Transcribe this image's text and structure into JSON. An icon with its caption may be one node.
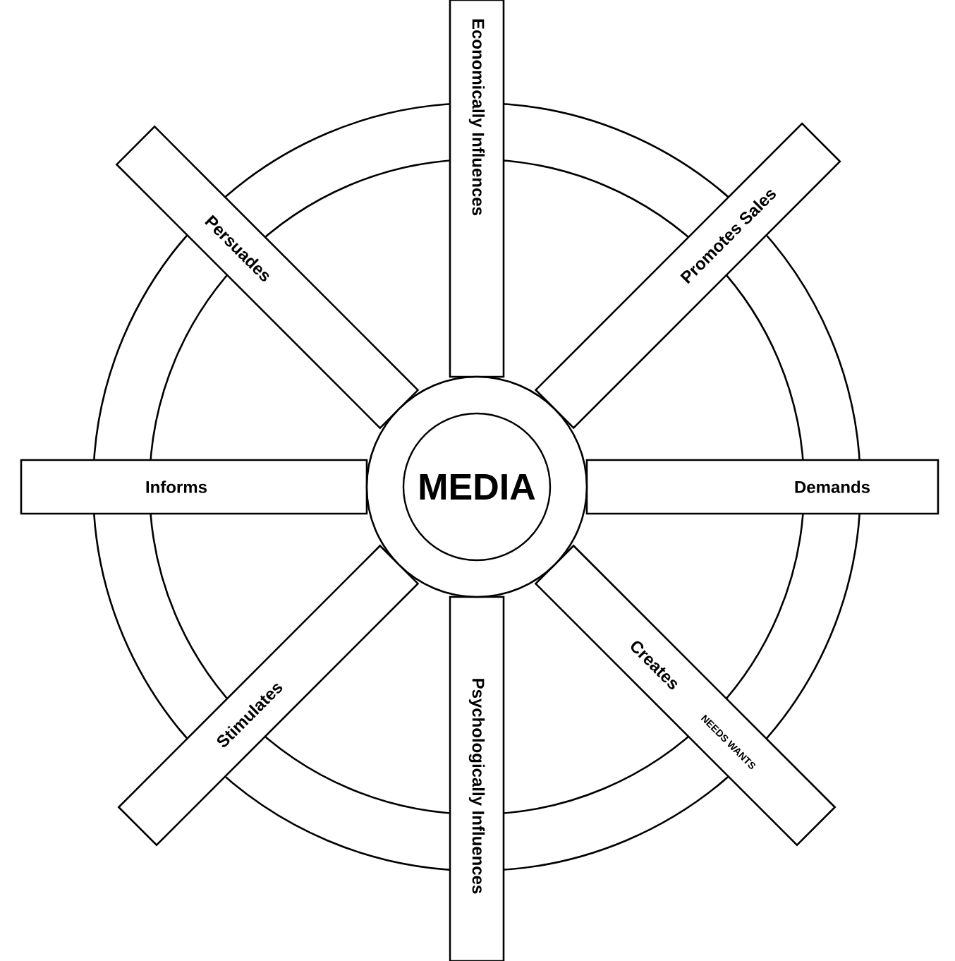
{
  "diagram": {
    "nodes": [
      {
        "text": [
          "MEDIA"
        ]
      },
      {
        "text": [
          "Economically Influences"
        ]
      },
      {
        "text": [
          "Promotes Sales"
        ]
      },
      {
        "text": [
          "Demands"
        ]
      },
      {
        "text": [
          "Creates",
          "NEEDS WANTS"
        ]
      },
      {
        "text": [
          "Psychologically Influences"
        ]
      },
      {
        "text": [
          "Stimulates"
        ]
      },
      {
        "text": [
          "Informs"
        ]
      },
      {
        "text": [
          "Persuades"
        ]
      }
    ]
  }
}
